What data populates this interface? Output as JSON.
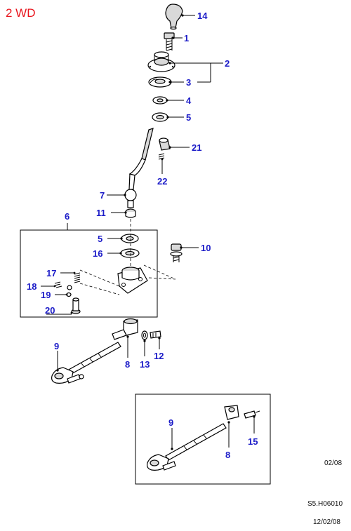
{
  "title": "2 WD",
  "callouts": {
    "c14": "14",
    "c1": "1",
    "c2": "2",
    "c3": "3",
    "c4": "4",
    "c5a": "5",
    "c21": "21",
    "c22": "22",
    "c7": "7",
    "c11": "11",
    "c6": "6",
    "c5b": "5",
    "c16": "16",
    "c10": "10",
    "c17": "17",
    "c18": "18",
    "c19": "19",
    "c20": "20",
    "c9a": "9",
    "c8a": "8",
    "c13": "13",
    "c12": "12",
    "c9b": "9",
    "c8b": "8",
    "c15": "15"
  },
  "refs": {
    "date_right": "02/08",
    "drawing_code": "S5.H06010",
    "date_bottom": "12/02/08"
  }
}
